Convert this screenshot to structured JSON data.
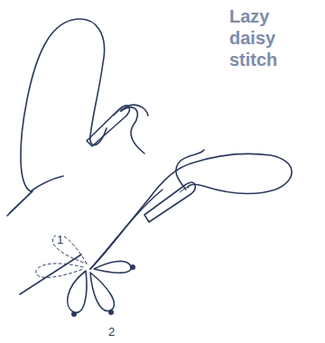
{
  "diagram": {
    "title": "Lazy daisy stitch",
    "labels": [
      "1",
      "2"
    ]
  }
}
